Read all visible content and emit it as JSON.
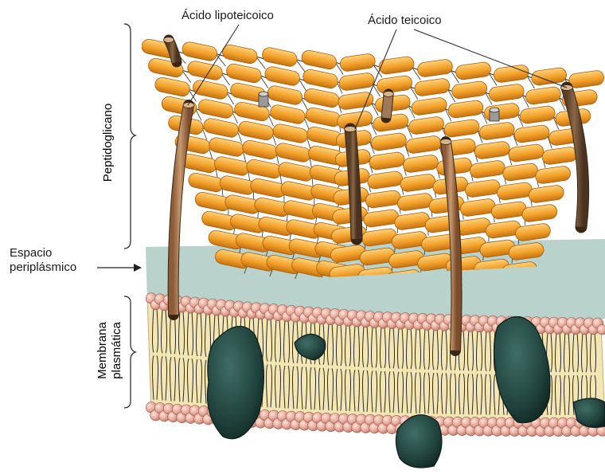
{
  "labels": {
    "lipoteichoic": "Ácido lipoteicoico",
    "teichoic": "Ácido teicoico",
    "peptidoglycan": "Peptidoglicano",
    "periplasmic_line1": "Espacio",
    "periplasmic_line2": "periplásmico",
    "membrane_line1": "Membrana",
    "membrane_line2": "plasmática"
  },
  "colors": {
    "peptidoglycan_unit": "#f0a02a",
    "peptidoglycan_shade": "#c97510",
    "periplasm": "#b9d3cc",
    "lipid_head": "#eab0a0",
    "protein": "#1f3f3a",
    "teichoic_rod": "#7a5a3a",
    "lipoteichoic_rod": "#b07a52"
  }
}
